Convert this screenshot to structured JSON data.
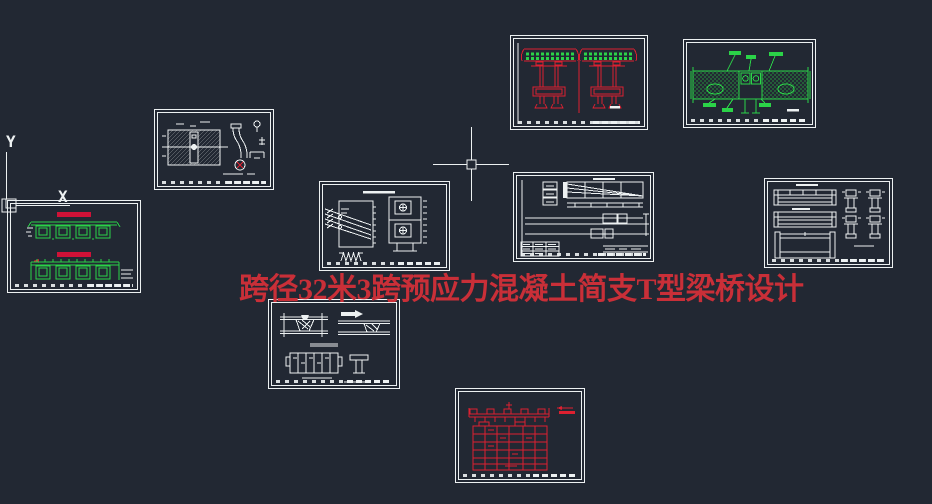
{
  "app": {
    "view": "cad-model-space"
  },
  "title": {
    "text": "跨径32米3跨预应力混凝土简支T型梁桥设计"
  },
  "ucs": {
    "y_label": "Y",
    "x_label": "X"
  },
  "colors": {
    "background": "#222833",
    "line": "#edf1f2",
    "green": "#2bd348",
    "red": "#dd2030",
    "crimson": "#cf1237",
    "title_red": "#c92f38"
  },
  "sheets": [
    {
      "name": "deck-cross-sections",
      "stroke": "green",
      "accent": "crimson"
    },
    {
      "name": "pier-cap-plan-detail",
      "stroke": "white"
    },
    {
      "name": "bridge-elevation-piers",
      "stroke": "red",
      "accent": "green"
    },
    {
      "name": "bearing-plan-hatched",
      "stroke": "green"
    },
    {
      "name": "anchorage-tendon-detail",
      "stroke": "white"
    },
    {
      "name": "girder-elevation-schedule",
      "stroke": "white"
    },
    {
      "name": "beam-segment-elevations",
      "stroke": "white"
    },
    {
      "name": "diaphragm-connection-details",
      "stroke": "white"
    },
    {
      "name": "deck-section-and-table",
      "stroke": "red"
    }
  ]
}
